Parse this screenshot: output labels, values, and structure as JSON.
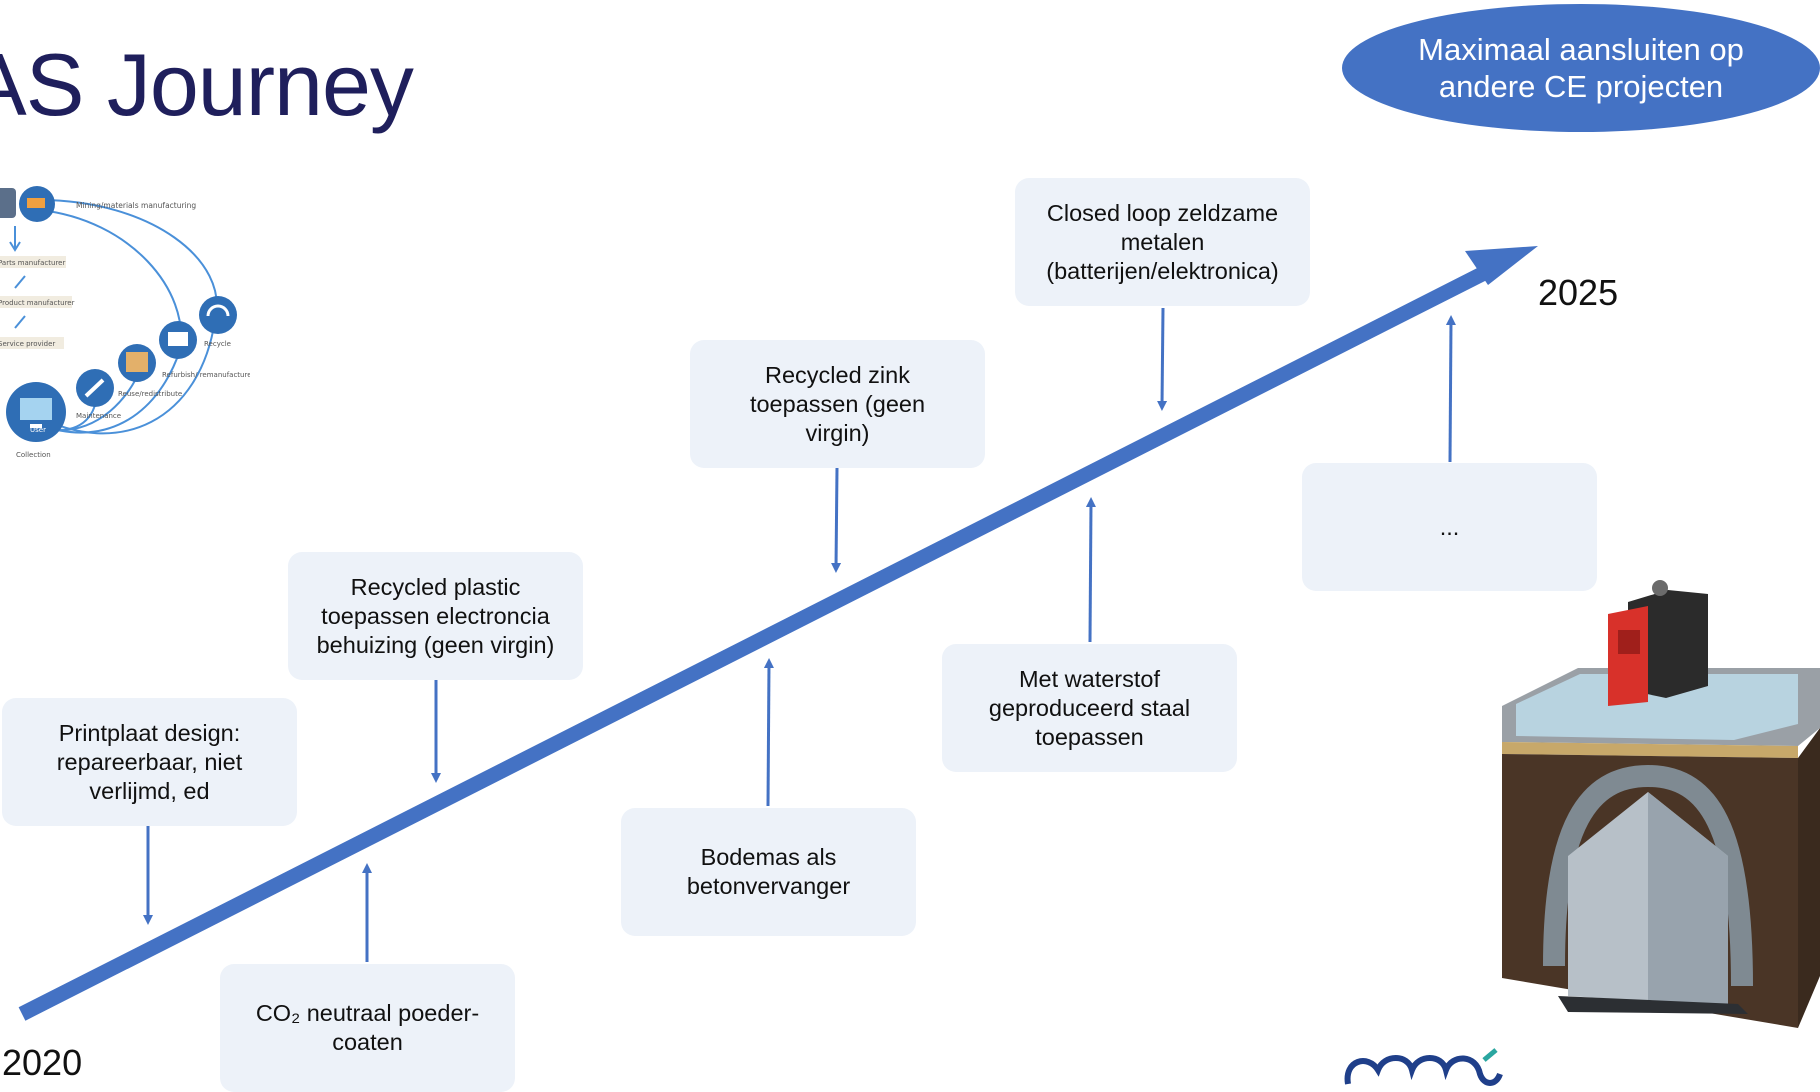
{
  "title": "AS Journey",
  "badge": "Maximaal aansluiten op andere CE projecten",
  "start_year": "2020",
  "end_year": "2025",
  "milestones": {
    "printplaat": "Printplaat design:\nrepareerbaar, niet\nverlijmd, ed",
    "co2": "CO₂ neutraal poeder-\ncoaten",
    "plastic": "Recycled plastic\ntoepassen electroncia\nbehuizing (geen virgin)",
    "bodemas": "Bodemas als\nbetonvervanger",
    "zink": "Recycled zink\ntoepassen (geen\nvirgin)",
    "waterstof": "Met waterstof\ngeproduceerd staal\ntoepassen",
    "closed_loop": "Closed loop zeldzame\nmetalen\n(batterijen/elektronica)",
    "ellipsis": "..."
  },
  "cycle_diagram": {
    "labels": [
      "Mining/materials manufacturing",
      "Parts manufacturer",
      "Product manufacturer",
      "Service provider",
      "User",
      "Collection",
      "Maintenance",
      "Reuse/redistribute",
      "Refurbish/ remanufacture",
      "Recycle"
    ]
  },
  "colors": {
    "title": "#1f1f5c",
    "accent": "#4472c4",
    "box_fill": "#edf2f9",
    "arrow": "#4472c4"
  }
}
